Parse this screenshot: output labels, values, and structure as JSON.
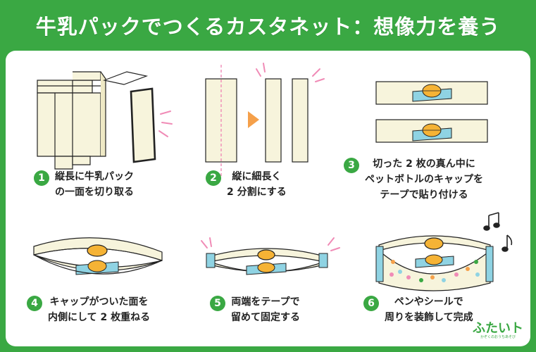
{
  "title": "牛乳パックでつくるカスタネット：想像力を養う",
  "colors": {
    "accent": "#3aa843",
    "milk_carton": "#f7f4dc",
    "tape": "#8fd3e3",
    "cap": "#f5b335",
    "arrow": "#f5a04a",
    "accent_lines": "#f08bb6"
  },
  "steps": [
    {
      "num": "1",
      "line1": "縦長に牛乳パック",
      "line2": "の一面を切り取る"
    },
    {
      "num": "2",
      "line1": "縦に細長く",
      "line2": "2 分割にする"
    },
    {
      "num": "3",
      "line1": "切った 2 枚の真ん中に",
      "line2": "ペットボトルのキャップを",
      "line3": "テープで貼り付ける"
    },
    {
      "num": "4",
      "line1": "キャップがついた面を",
      "line2": "内側にして 2 枚重ねる"
    },
    {
      "num": "5",
      "line1": "両端をテープで",
      "line2": "留めて固定する"
    },
    {
      "num": "6",
      "line1": "ペンやシールで",
      "line2": "周りを装飾して完成"
    }
  ],
  "logo": {
    "text": "ふたいト",
    "sub": "かぞくのおうちあそび"
  }
}
